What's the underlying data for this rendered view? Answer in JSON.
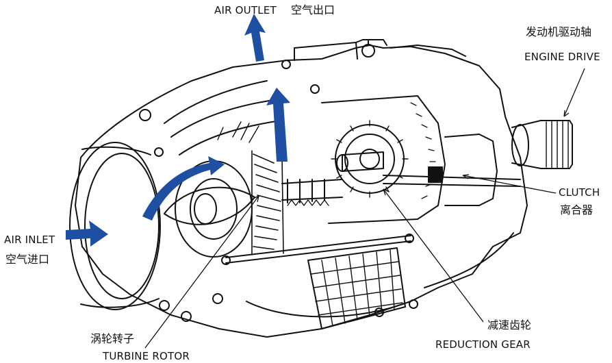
{
  "labels": {
    "air_outlet_en": "AIR OUTLET",
    "air_outlet_zh": "空气出口",
    "engine_drive_zh": "发动机驱动轴",
    "engine_drive_en": "ENGINE DRIVE",
    "clutch_en": "CLUTCH",
    "clutch_zh": "离合器",
    "air_inlet_en": "AIR INLET",
    "air_inlet_zh": "空气进口",
    "reduction_gear_zh": "减速齿轮",
    "reduction_gear_en": "REDUCTION GEAR",
    "turbine_rotor_zh": "涡轮转子",
    "turbine_rotor_en": "TURBINE ROTOR"
  },
  "colors": {
    "flow_arrow": "#1f4fa3",
    "outline": "#111111",
    "background": "#ffffff"
  }
}
